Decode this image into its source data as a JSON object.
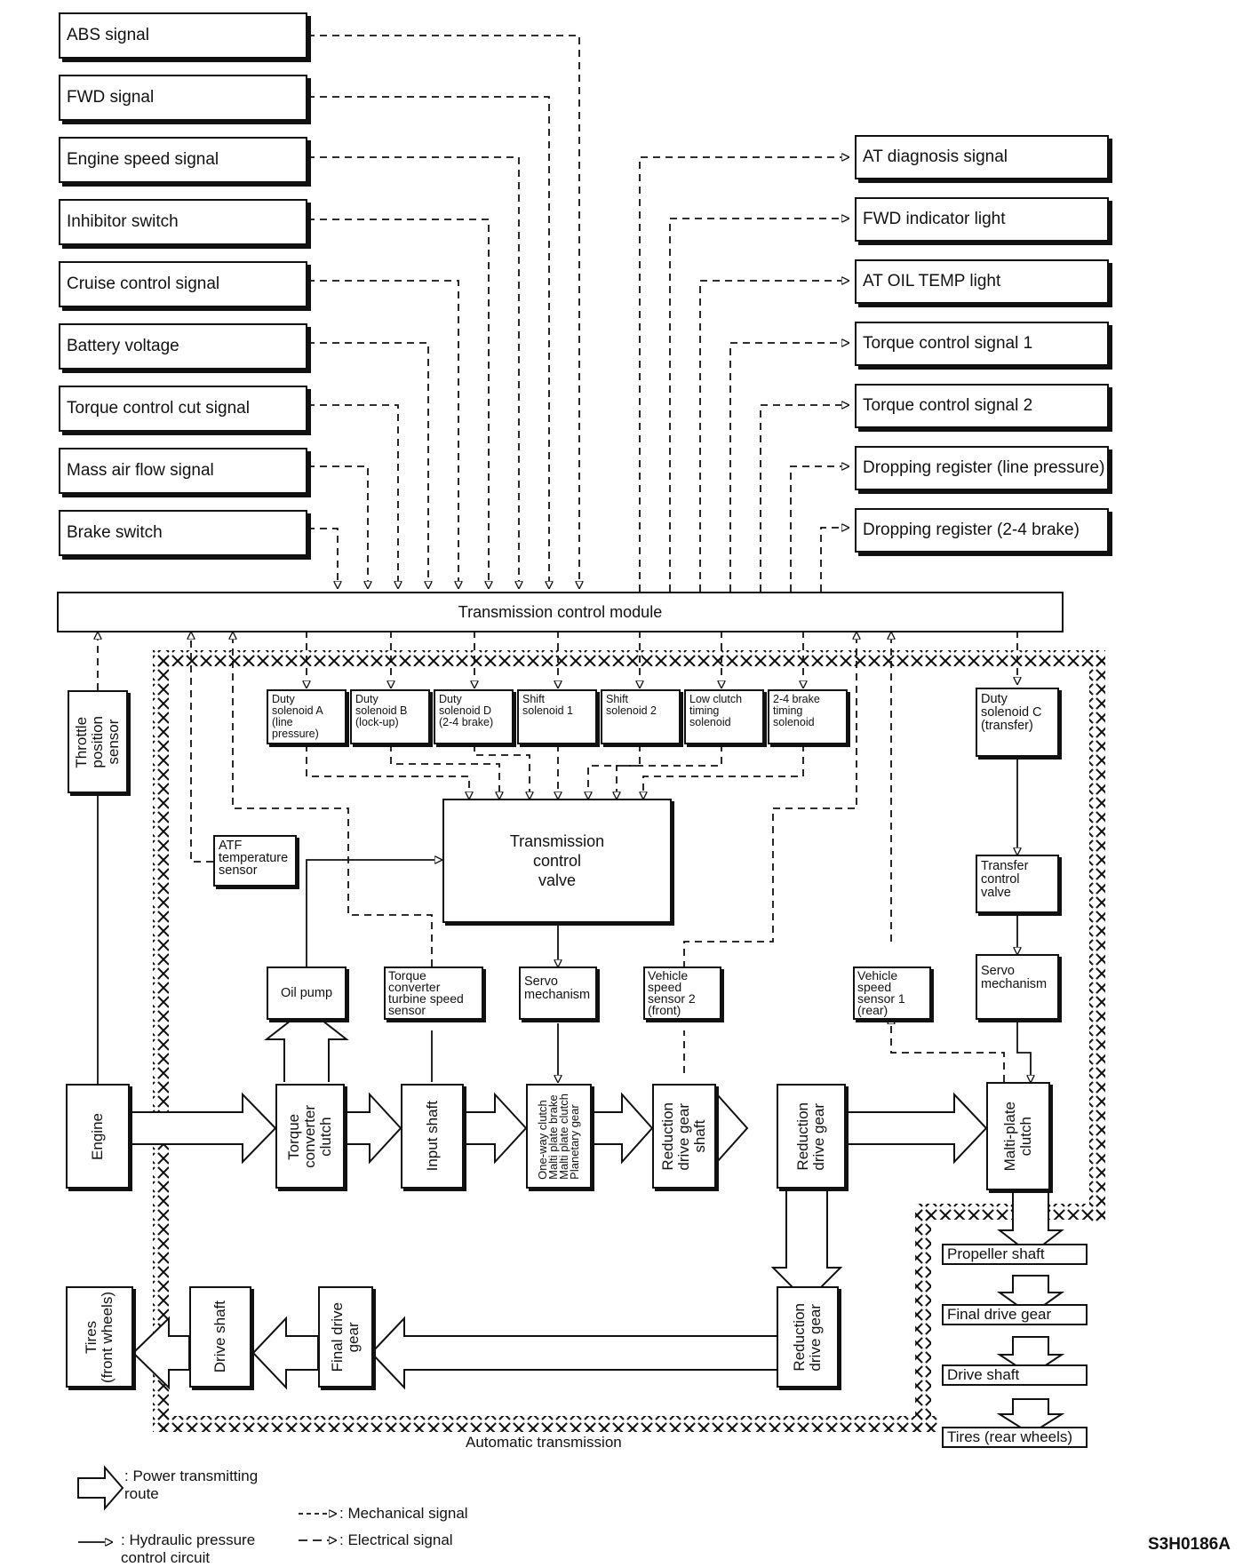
{
  "inputs": [
    "ABS signal",
    "FWD signal",
    "Engine speed signal",
    "Inhibitor switch",
    "Cruise control signal",
    "Battery voltage",
    "Torque control cut signal",
    "Mass air flow signal",
    "Brake switch"
  ],
  "outputs": [
    "AT diagnosis signal",
    "FWD indicator light",
    "AT OIL TEMP light",
    "Torque control signal 1",
    "Torque control signal 2",
    "Dropping register (line pressure)",
    "Dropping register (2-4 brake)"
  ],
  "tcm": "Transmission control module",
  "solenoids": [
    "Duty\nsolenoid A\n(line\npressure)",
    "Duty\nsolenoid B\n(lock-up)",
    "Duty\nsolenoid D\n(2-4 brake)",
    "Shift\nsolenoid 1",
    "Shift\nsolenoid 2",
    "Low clutch\ntiming\nsolenoid",
    "2-4 brake\ntiming\nsolenoid"
  ],
  "duty_c": "Duty\nsolenoid C\n(transfer)",
  "throttle": "Throttle\nposition\nsensor",
  "atf_sensor": "ATF\ntemperature\nsensor",
  "tcv": "Transmission\ncontrol\nvalve",
  "transfer_valve": "Transfer\ncontrol\nvalve",
  "servo_left": "Servo\nmechanism",
  "servo_right": "Servo\nmechanism",
  "oil_pump": "Oil pump",
  "turbine_sensor": "Torque\nconverter\nturbine speed\nsensor",
  "vss2": "Vehicle\nspeed\nsensor 2\n(front)",
  "vss1": "Vehicle\nspeed\nsensor 1\n(rear)",
  "drivetrain": {
    "engine": "Engine",
    "tcc": "Torque\nconverter\nclutch",
    "input_shaft": "Input shaft",
    "clutches": "One-way clutch\nMalti plate brake\nMalti plate clutch\nPlanetary gear",
    "red_shaft": "Reduction\ndrive gear\nshaft",
    "red_gear_top": "Reduction\ndrive gear",
    "multi_plate": "Malti-plate\nclutch",
    "red_gear_bottom": "Reduction\ndrive gear",
    "final_drive": "Final drive\ngear",
    "drive_shaft": "Drive shaft",
    "tires_front": "Tires\n(front wheels)"
  },
  "rear_chain": [
    "Propeller shaft",
    "Final drive gear",
    "Drive shaft",
    "Tires (rear wheels)"
  ],
  "at_label": "Automatic transmission",
  "legend": {
    "power": ": Power transmitting\nroute",
    "hydraulic": ": Hydraulic pressure\ncontrol circuit",
    "mechanical": ": Mechanical signal",
    "electrical": ": Electrical signal"
  },
  "ref": "S3H0186A"
}
